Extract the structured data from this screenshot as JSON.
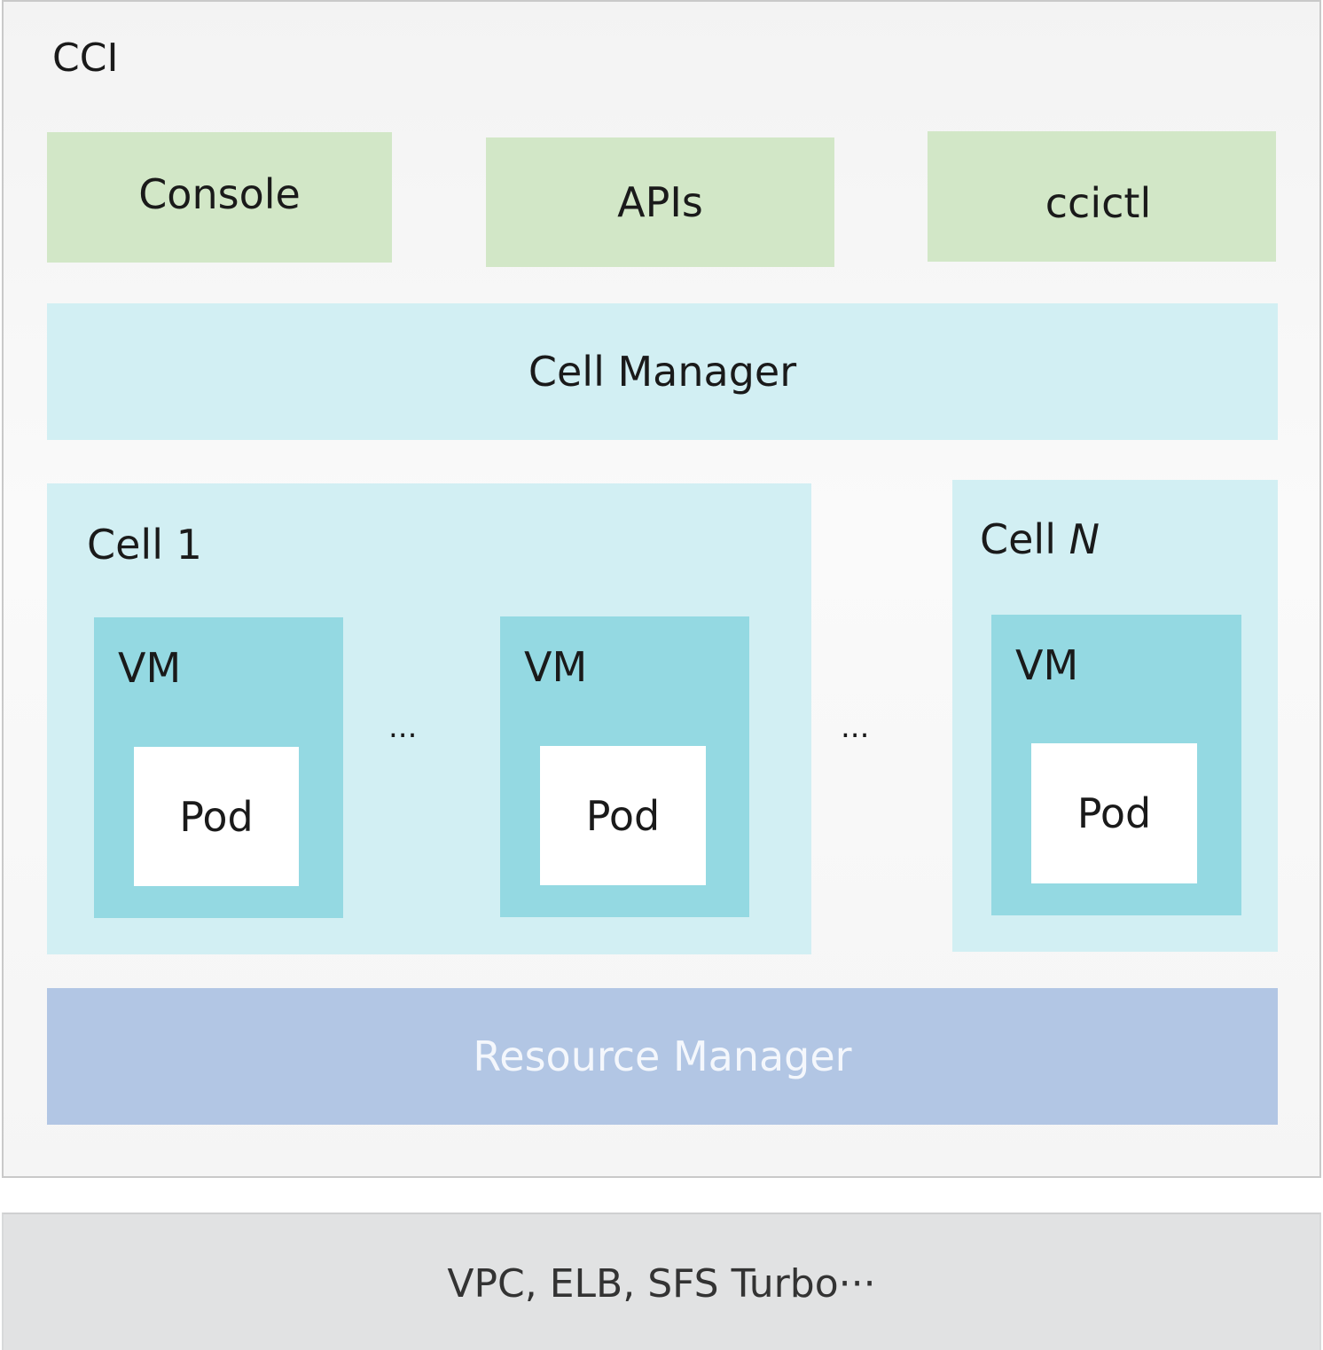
{
  "diagram": {
    "cci_label": "CCI",
    "access_layer": {
      "console": "Console",
      "apis": "APIs",
      "ccictl": "ccictl"
    },
    "cell_manager": "Cell Manager",
    "cells": [
      {
        "label": "Cell",
        "index": "1",
        "vms": [
          {
            "label": "VM",
            "pod": "Pod"
          },
          {
            "label": "VM",
            "pod": "Pod"
          }
        ],
        "ellipsis": "..."
      },
      {
        "label": "Cell",
        "index": "N",
        "vms": [
          {
            "label": "VM",
            "pod": "Pod"
          }
        ]
      }
    ],
    "between_cells_ellipsis": "...",
    "resource_manager": "Resource Manager",
    "infrastructure": "VPC, ELB, SFS Turbo···"
  },
  "colors": {
    "outer_background": "#f5f5f5",
    "access_green": "#d2e7c7",
    "cell_light_blue": "#d2eff3",
    "vm_teal": "#94d9e2",
    "pod_white": "#ffffff",
    "resource_manager_blue": "#b2c6e4",
    "infrastructure_gray": "#e1e2e3"
  }
}
